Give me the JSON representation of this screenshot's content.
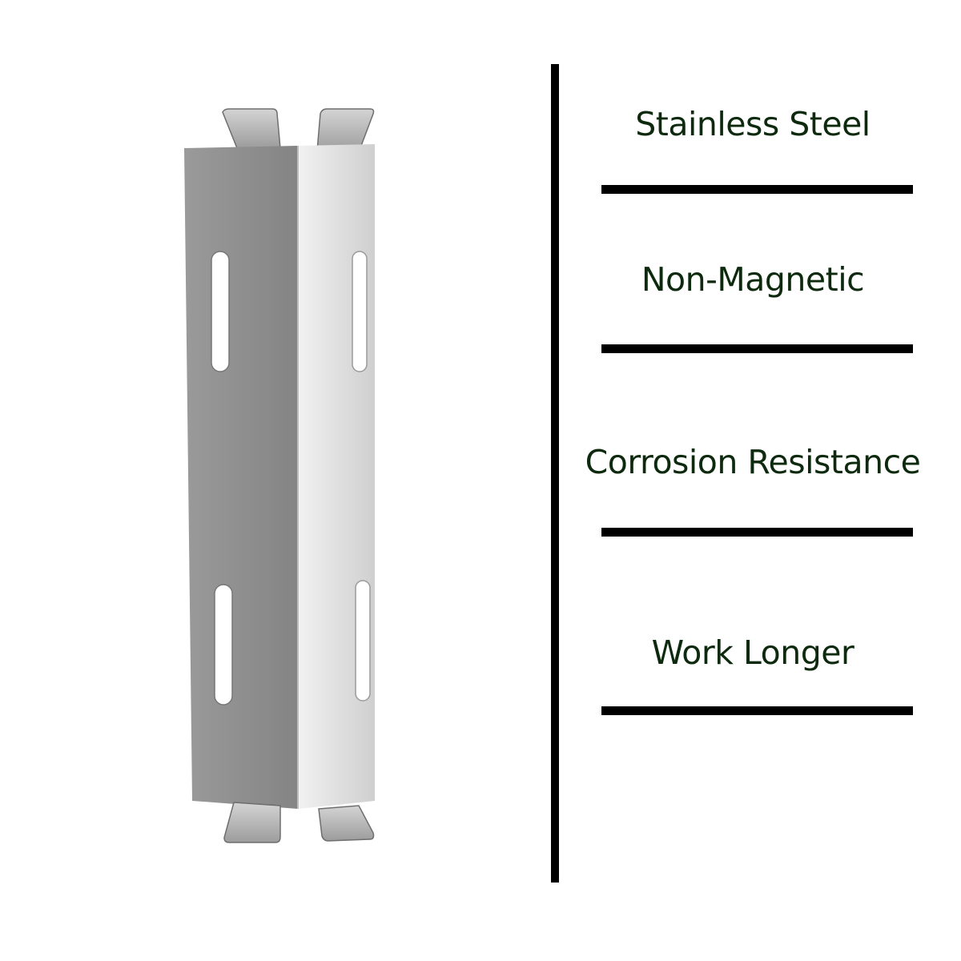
{
  "image": {
    "subject-icon": "stainless-steel-heat-plate-icon"
  },
  "features": [
    {
      "label": "Stainless Steel"
    },
    {
      "label": "Non-Magnetic"
    },
    {
      "label": "Corrosion Resistance"
    },
    {
      "label": "Work Longer"
    }
  ],
  "colors": {
    "text": "#0e2a0e",
    "rule": "#000000",
    "metal_dark": "#8e8e8e",
    "metal_light": "#e2e2e2"
  }
}
